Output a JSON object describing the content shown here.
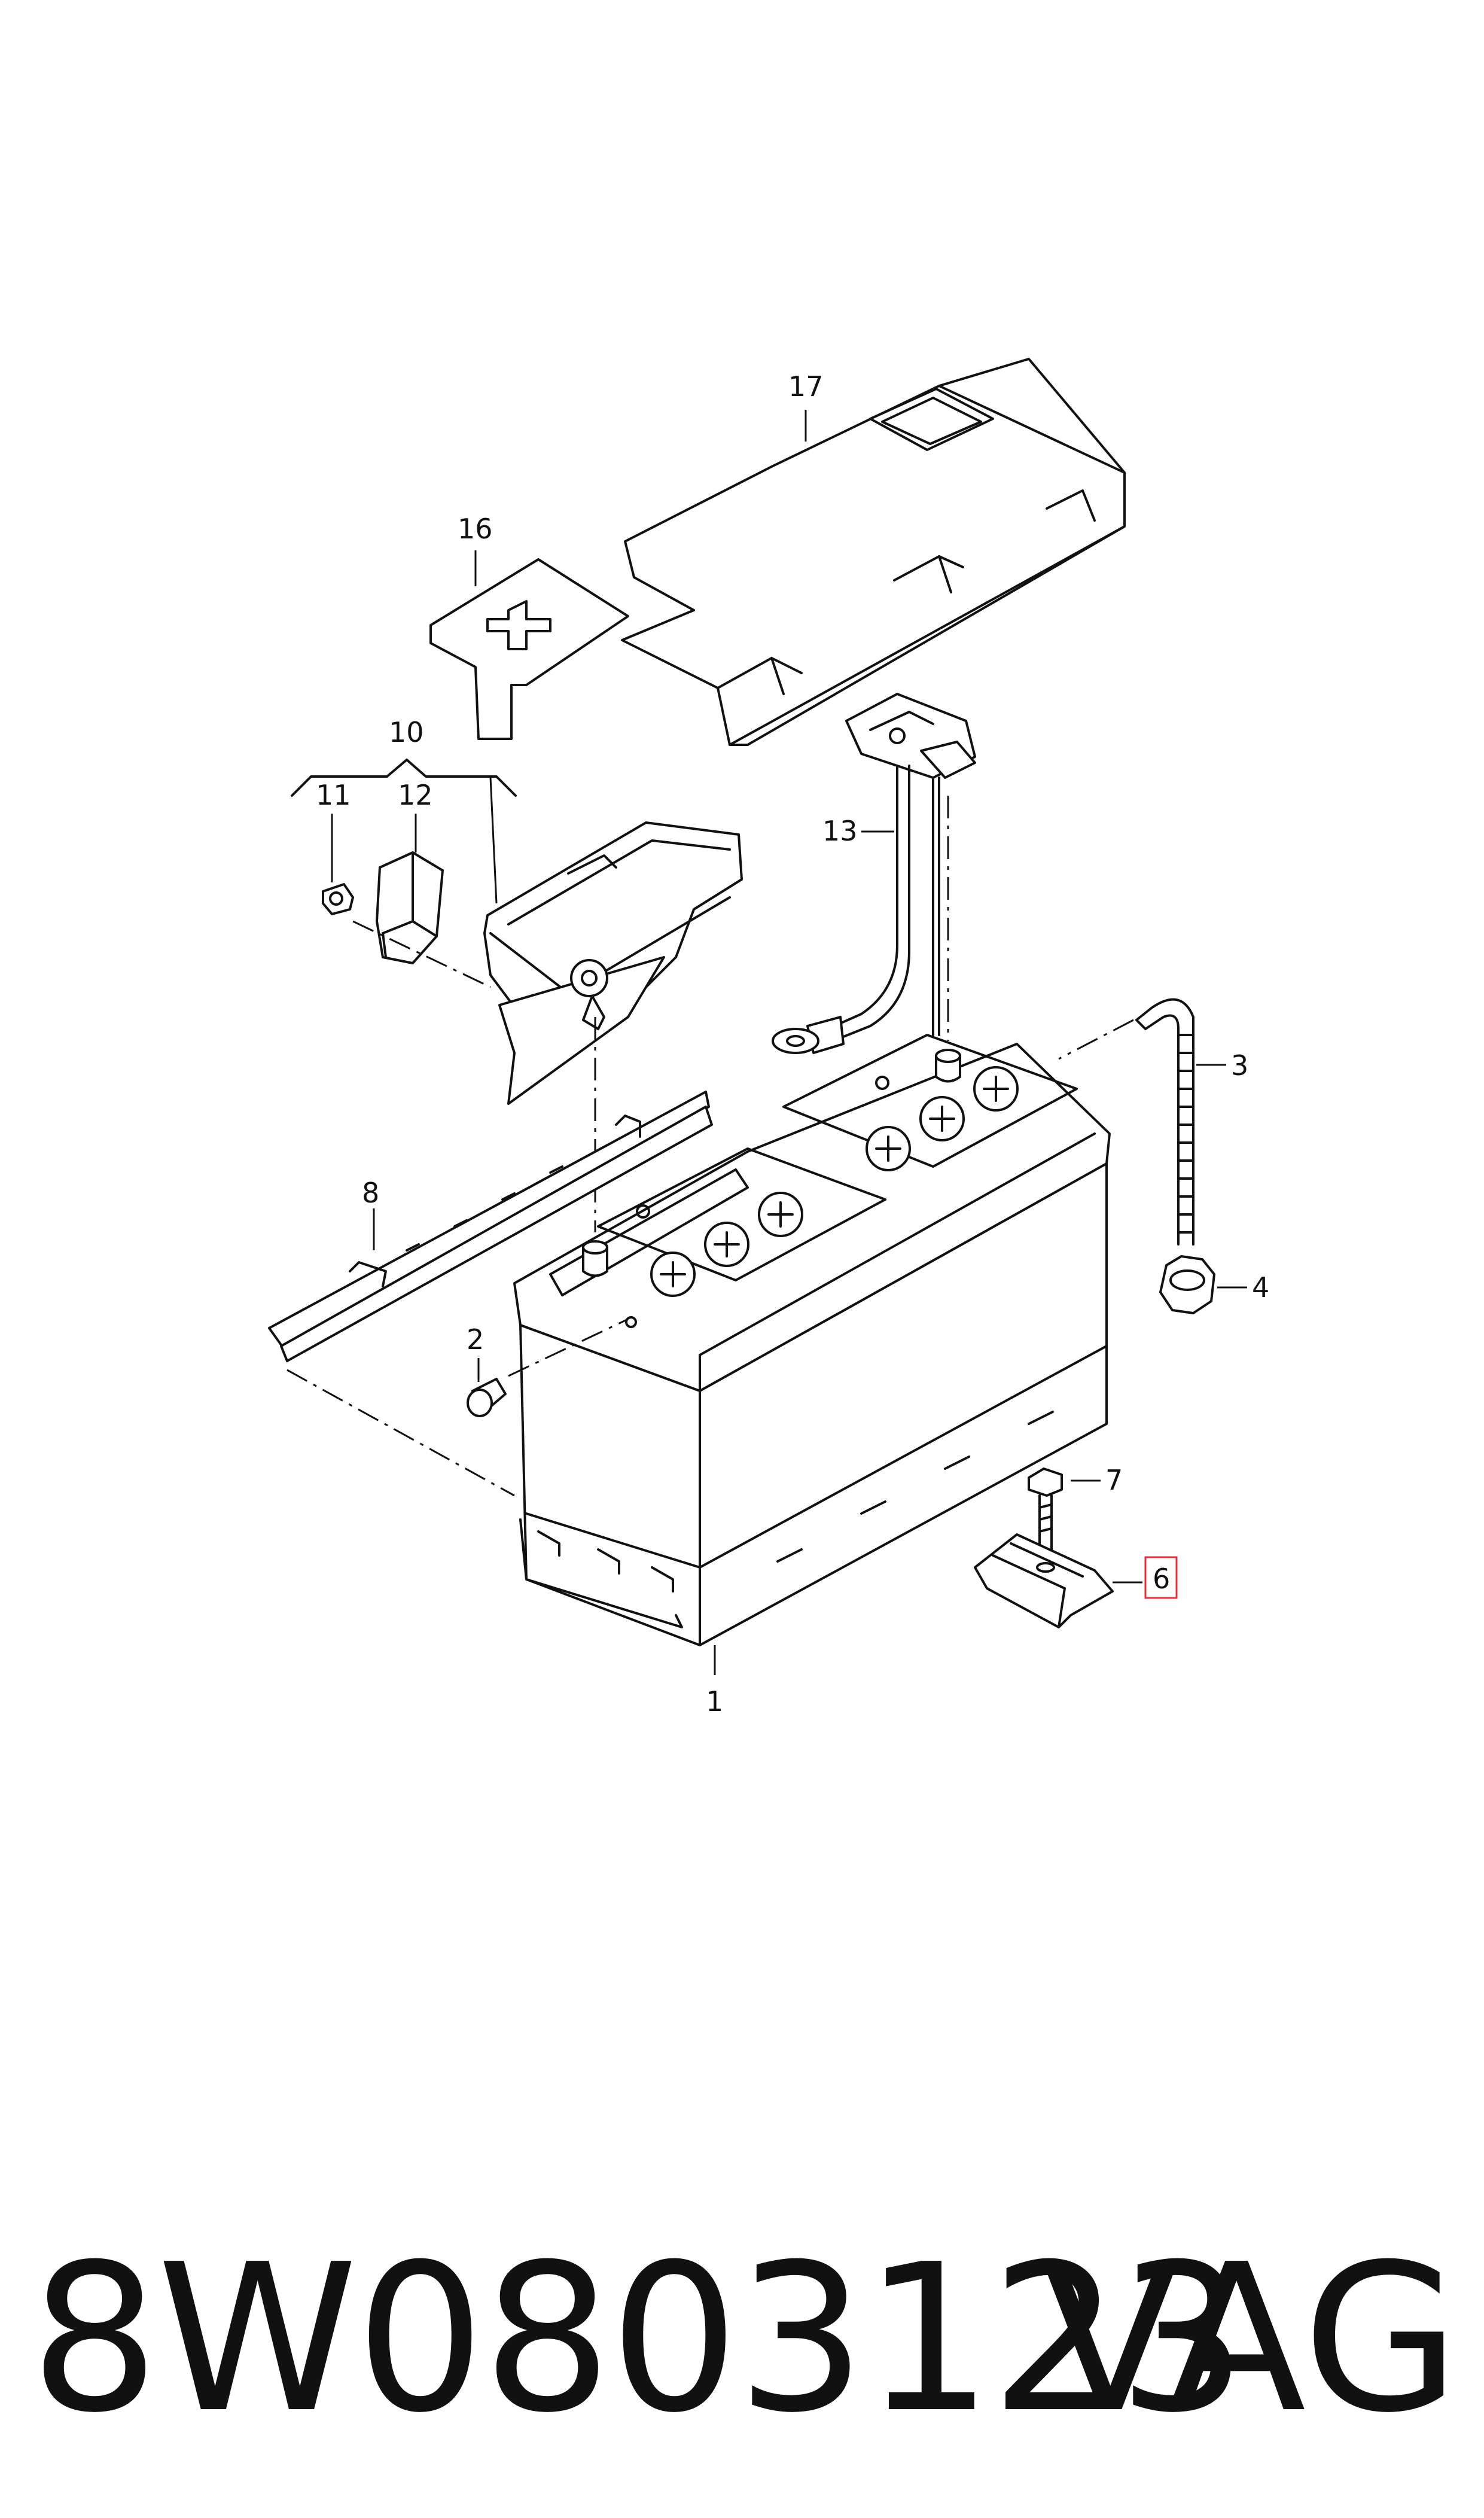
{
  "callouts": {
    "c1": "1",
    "c2": "2",
    "c3": "3",
    "c4": "4",
    "c6": "6",
    "c7": "7",
    "c8": "8",
    "c10": "10",
    "c11": "11",
    "c12": "12",
    "c13": "13",
    "c16": "16",
    "c17": "17"
  },
  "highlighted_callout": "6",
  "highlight_color": "#e0303a",
  "footer": {
    "part_number": "8W0803123",
    "brand": "VAG"
  }
}
